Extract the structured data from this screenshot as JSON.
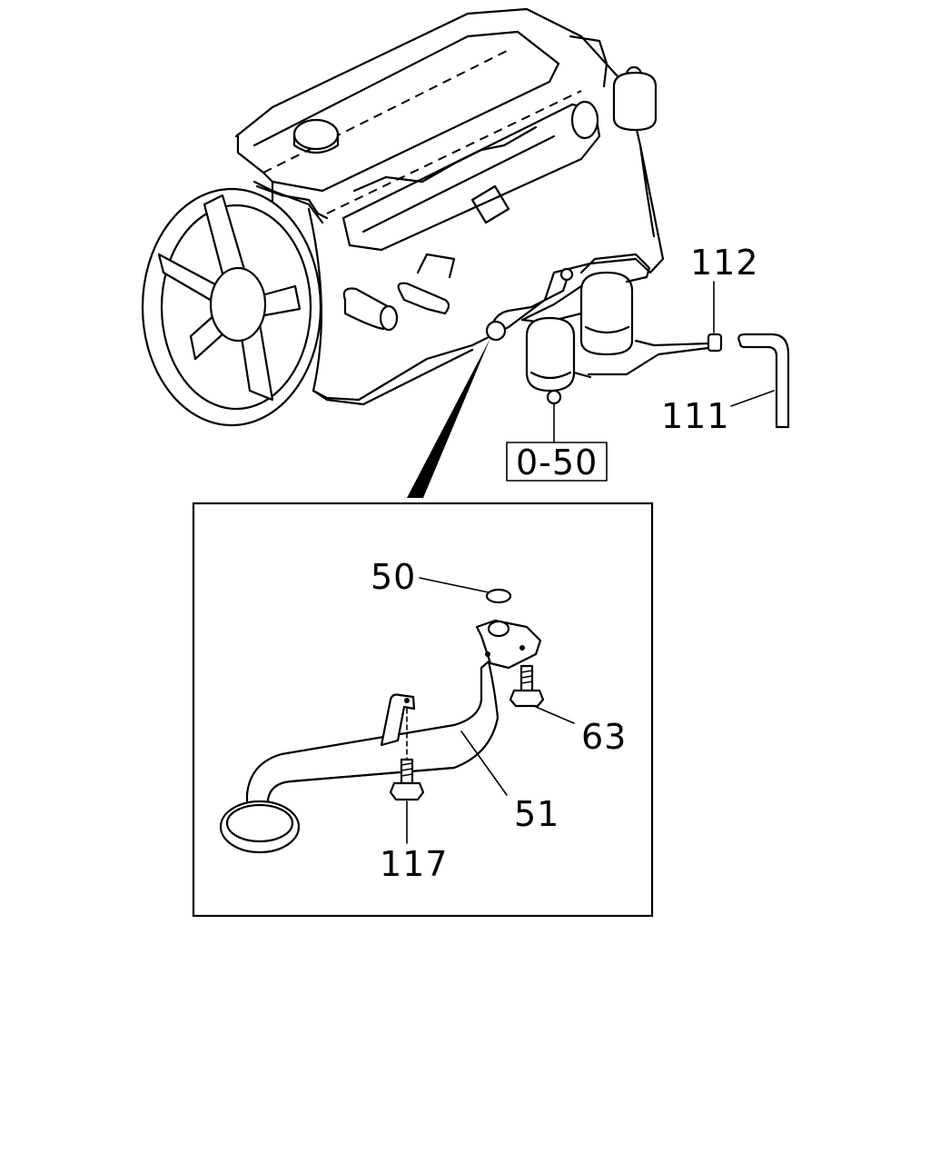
{
  "callouts": {
    "part_112": "112",
    "part_111": "111",
    "ref_0_50": "0-50",
    "part_50": "50",
    "part_63": "63",
    "part_51": "51",
    "part_117": "117"
  }
}
